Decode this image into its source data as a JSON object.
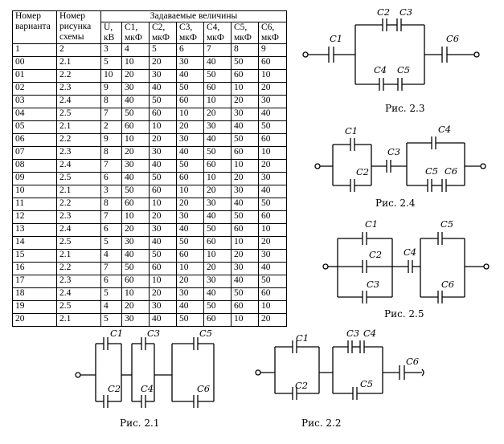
{
  "table": {
    "header": {
      "variant": [
        "Номер",
        "варианта"
      ],
      "figure": [
        "Номер",
        "рисунка",
        "схемы"
      ],
      "group": "Задаваемые величины",
      "quantities": [
        [
          "U,",
          "кВ"
        ],
        [
          "C1,",
          "мкФ"
        ],
        [
          "C2,",
          "мкФ"
        ],
        [
          "C3,",
          "мкФ"
        ],
        [
          "C4,",
          "мкФ"
        ],
        [
          "C5,",
          "мкФ"
        ],
        [
          "C6,",
          "мкФ"
        ]
      ]
    },
    "rows": [
      [
        "1",
        "2",
        "3",
        "4",
        "5",
        "6",
        "7",
        "8",
        "9"
      ],
      [
        "00",
        "2.1",
        "5",
        "10",
        "20",
        "30",
        "40",
        "50",
        "60"
      ],
      [
        "01",
        "2.2",
        "10",
        "20",
        "30",
        "40",
        "50",
        "60",
        "10"
      ],
      [
        "02",
        "2.3",
        "9",
        "30",
        "40",
        "50",
        "60",
        "10",
        "20"
      ],
      [
        "03",
        "2.4",
        "8",
        "40",
        "50",
        "60",
        "10",
        "20",
        "30"
      ],
      [
        "04",
        "2.5",
        "7",
        "50",
        "60",
        "10",
        "20",
        "30",
        "40"
      ],
      [
        "05",
        "2.1",
        "2",
        "60",
        "10",
        "20",
        "30",
        "40",
        "50"
      ],
      [
        "06",
        "2.2",
        "9",
        "10",
        "20",
        "30",
        "40",
        "50",
        "60"
      ],
      [
        "07",
        "2.3",
        "8",
        "20",
        "30",
        "40",
        "50",
        "60",
        "10"
      ],
      [
        "08",
        "2.4",
        "7",
        "30",
        "40",
        "50",
        "60",
        "10",
        "20"
      ],
      [
        "09",
        "2.5",
        "6",
        "40",
        "50",
        "60",
        "10",
        "20",
        "30"
      ],
      [
        "10",
        "2.1",
        "3",
        "50",
        "60",
        "10",
        "20",
        "30",
        "40"
      ],
      [
        "11",
        "2.2",
        "8",
        "60",
        "10",
        "20",
        "30",
        "40",
        "50"
      ],
      [
        "12",
        "2.3",
        "7",
        "10",
        "20",
        "30",
        "40",
        "50",
        "60"
      ],
      [
        "13",
        "2.4",
        "6",
        "20",
        "30",
        "40",
        "50",
        "60",
        "10"
      ],
      [
        "14",
        "2.5",
        "5",
        "30",
        "40",
        "50",
        "60",
        "10",
        "20"
      ],
      [
        "15",
        "2.1",
        "4",
        "40",
        "50",
        "60",
        "10",
        "20",
        "30"
      ],
      [
        "16",
        "2.2",
        "7",
        "50",
        "60",
        "10",
        "20",
        "30",
        "40"
      ],
      [
        "17",
        "2.3",
        "6",
        "60",
        "10",
        "20",
        "30",
        "40",
        "50"
      ],
      [
        "18",
        "2.4",
        "5",
        "10",
        "20",
        "30",
        "40",
        "50",
        "60"
      ],
      [
        "19",
        "2.5",
        "4",
        "20",
        "30",
        "40",
        "50",
        "60",
        "10"
      ],
      [
        "20",
        "2.1",
        "5",
        "30",
        "40",
        "50",
        "60",
        "10",
        "20"
      ]
    ]
  },
  "figures": {
    "fig23": {
      "caption": "Рис. 2.3",
      "labels": [
        "C1",
        "C2",
        "C3",
        "C4",
        "C5",
        "C6"
      ]
    },
    "fig24": {
      "caption": "Рис. 2.4",
      "labels": [
        "C1",
        "C2",
        "C3",
        "C4",
        "C5",
        "C6"
      ]
    },
    "fig25": {
      "caption": "Рис. 2.5",
      "labels": [
        "C1",
        "C2",
        "C3",
        "C4",
        "C5",
        "C6"
      ]
    },
    "fig21": {
      "caption": "Рис. 2.1",
      "labels": [
        "C1",
        "C2",
        "C3",
        "C4",
        "C5",
        "C6"
      ]
    },
    "fig22": {
      "caption": "Рис. 2.2",
      "labels": [
        "C1",
        "C2",
        "C3",
        "C4",
        "C5",
        "C6"
      ]
    }
  }
}
